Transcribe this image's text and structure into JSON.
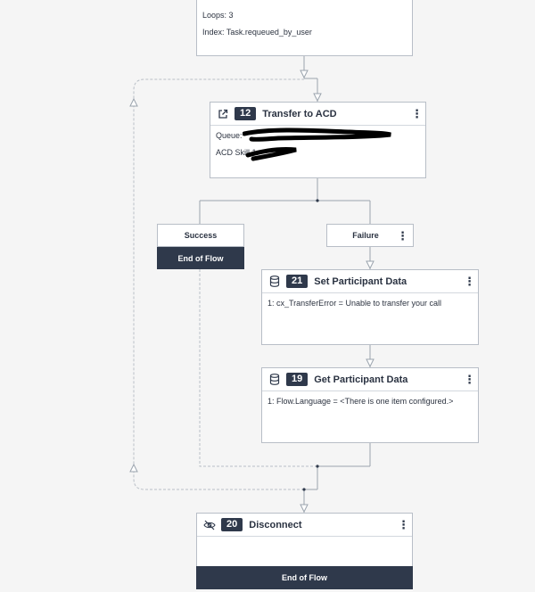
{
  "loop_node": {
    "loops": "Loops: 3",
    "index": "Index: Task.requeued_by_user"
  },
  "transfer_node": {
    "number": "12",
    "title": "Transfer to ACD",
    "queue_label": "Queue:",
    "skill_label": "ACD Skill 1:",
    "icon": "external-link-icon"
  },
  "success_path": {
    "label": "Success",
    "end_label": "End of Flow"
  },
  "failure_path": {
    "label": "Failure"
  },
  "set_data_node": {
    "number": "21",
    "title": "Set Participant Data",
    "line1": "1: cx_TransferError = Unable to transfer your call",
    "icon": "database-icon"
  },
  "get_data_node": {
    "number": "19",
    "title": "Get Participant Data",
    "line1": "1: Flow.Language = <There is one item configured.>",
    "icon": "database-icon"
  },
  "disconnect_node": {
    "number": "20",
    "title": "Disconnect",
    "end_label": "End of Flow",
    "icon": "eye-slash-icon"
  },
  "colors": {
    "dark": "#2f394b",
    "line": "#9aa3ad",
    "loop": "#b9bfc7"
  }
}
